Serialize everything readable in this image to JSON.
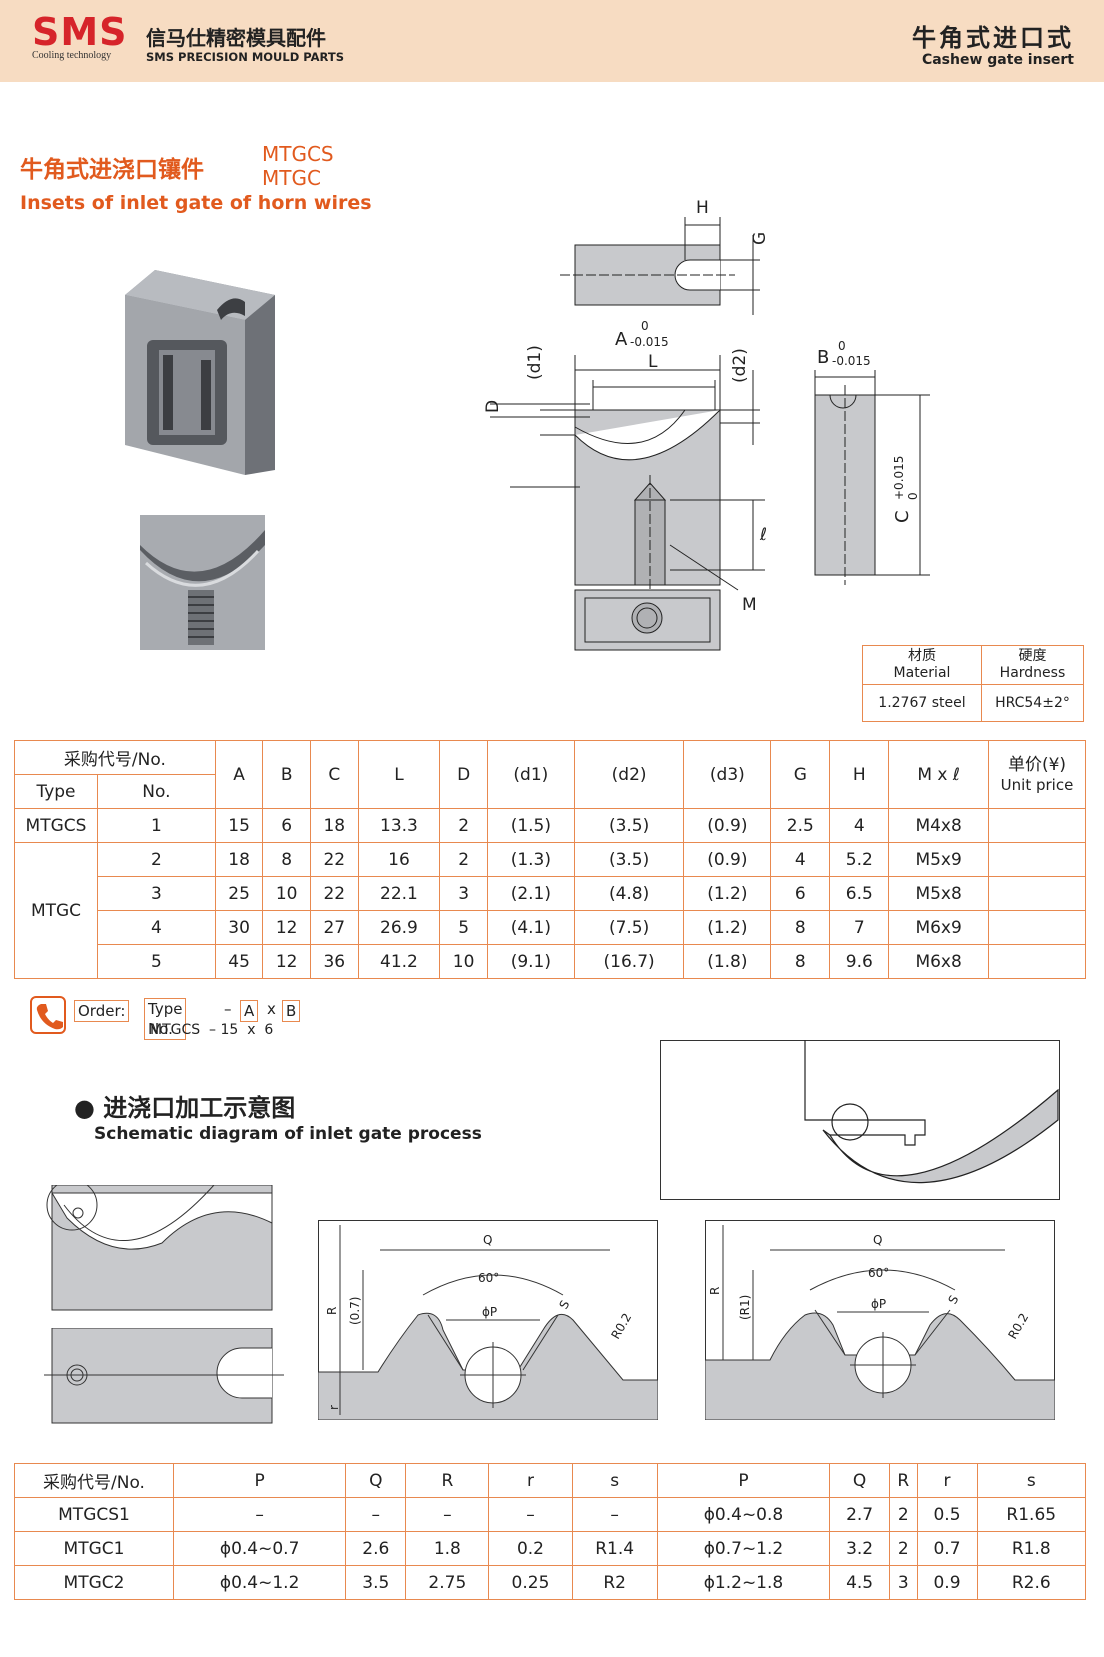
{
  "header": {
    "logo": "SMS",
    "logo_sub": "Cooling technology",
    "company_cn": "信马仕精密模具配件",
    "company_en": "SMS PRECISION MOULD PARTS",
    "page_title_cn": "牛角式进口式",
    "page_title_en": "Cashew gate insert"
  },
  "title": {
    "cn": "牛角式进浇口镶件",
    "codes": [
      "MTGCS",
      "MTGC"
    ],
    "en": "Insets of inlet gate of horn wires"
  },
  "drawing_labels": {
    "H": "H",
    "G": "G",
    "A": "A",
    "A_tol_upper": "0",
    "A_tol_lower": "-0.015",
    "L": "L",
    "d1": "(d1)",
    "d2": "(d2)",
    "D": "D",
    "B": "B",
    "B_tol_upper": "0",
    "B_tol_lower": "-0.015",
    "C": "C",
    "C_tol_upper": "+0.015",
    "C_tol_lower": "0",
    "ell": "ℓ",
    "M": "M"
  },
  "material_table": {
    "material_cn": "材质",
    "material_en": "Material",
    "hardness_cn": "硬度",
    "hardness_en": "Hardness",
    "material": "1.2767 steel",
    "hardness": "HRC54±2°"
  },
  "spec_table": {
    "head_no": "采购代号/No.",
    "head_type": "Type",
    "head_no2": "No.",
    "cols": [
      "A",
      "B",
      "C",
      "L",
      "D",
      "(d1)",
      "(d2)",
      "(d3)",
      "G",
      "H",
      "M x ℓ"
    ],
    "price_cn": "单价(¥)",
    "price_en": "Unit price",
    "rows": [
      {
        "type": "MTGCS",
        "no": "1",
        "v": [
          "15",
          "6",
          "18",
          "13.3",
          "2",
          "(1.5)",
          "(3.5)",
          "(0.9)",
          "2.5",
          "4",
          "M4x8"
        ]
      },
      {
        "type": "MTGC",
        "no": "2",
        "v": [
          "18",
          "8",
          "22",
          "16",
          "2",
          "(1.3)",
          "(3.5)",
          "(0.9)",
          "4",
          "5.2",
          "M5x9"
        ]
      },
      {
        "type": "",
        "no": "3",
        "v": [
          "25",
          "10",
          "22",
          "22.1",
          "3",
          "(2.1)",
          "(4.8)",
          "(1.2)",
          "6",
          "6.5",
          "M5x8"
        ]
      },
      {
        "type": "",
        "no": "4",
        "v": [
          "30",
          "12",
          "27",
          "26.9",
          "5",
          "(4.1)",
          "(7.5)",
          "(1.2)",
          "8",
          "7",
          "M6x9"
        ]
      },
      {
        "type": "",
        "no": "5",
        "v": [
          "45",
          "12",
          "36",
          "41.2",
          "10",
          "(9.1)",
          "(16.7)",
          "(1.8)",
          "8",
          "9.6",
          "M6x8"
        ]
      }
    ]
  },
  "order": {
    "label": "Order:",
    "type_no": "Type No.",
    "dash": "–",
    "a": "A",
    "x": "x",
    "b": "B",
    "example": "MTGCS  – 15  x  6"
  },
  "process": {
    "title_cn": "进浇口加工示意图",
    "title_en": "Schematic diagram of inlet gate process",
    "labels": {
      "Q": "Q",
      "angle": "60°",
      "P": "ϕP",
      "R": "R",
      "r": "r",
      "s": "S",
      "R02": "R0.2",
      "d07": "(0.7)",
      "R1": "(R1)"
    }
  },
  "process_table": {
    "head": [
      "采购代号/No.",
      "P",
      "Q",
      "R",
      "r",
      "s",
      "P",
      "Q",
      "R",
      "r",
      "s"
    ],
    "rows": [
      [
        "MTGCS1",
        "–",
        "–",
        "–",
        "–",
        "–",
        "ϕ0.4~0.8",
        "2.7",
        "2",
        "0.5",
        "R1.65"
      ],
      [
        "MTGC1",
        "ϕ0.4~0.7",
        "2.6",
        "1.8",
        "0.2",
        "R1.4",
        "ϕ0.7~1.2",
        "3.2",
        "2",
        "0.7",
        "R1.8"
      ],
      [
        "MTGC2",
        "ϕ0.4~1.2",
        "3.5",
        "2.75",
        "0.25",
        "R2",
        "ϕ1.2~1.8",
        "4.5",
        "3",
        "0.9",
        "R2.6"
      ]
    ]
  },
  "colors": {
    "accent": "#e15a1e",
    "border": "#e8894f",
    "header_bg": "#f7dcc2",
    "logo_red": "#d6242a",
    "steel": "#c8c9cc"
  }
}
